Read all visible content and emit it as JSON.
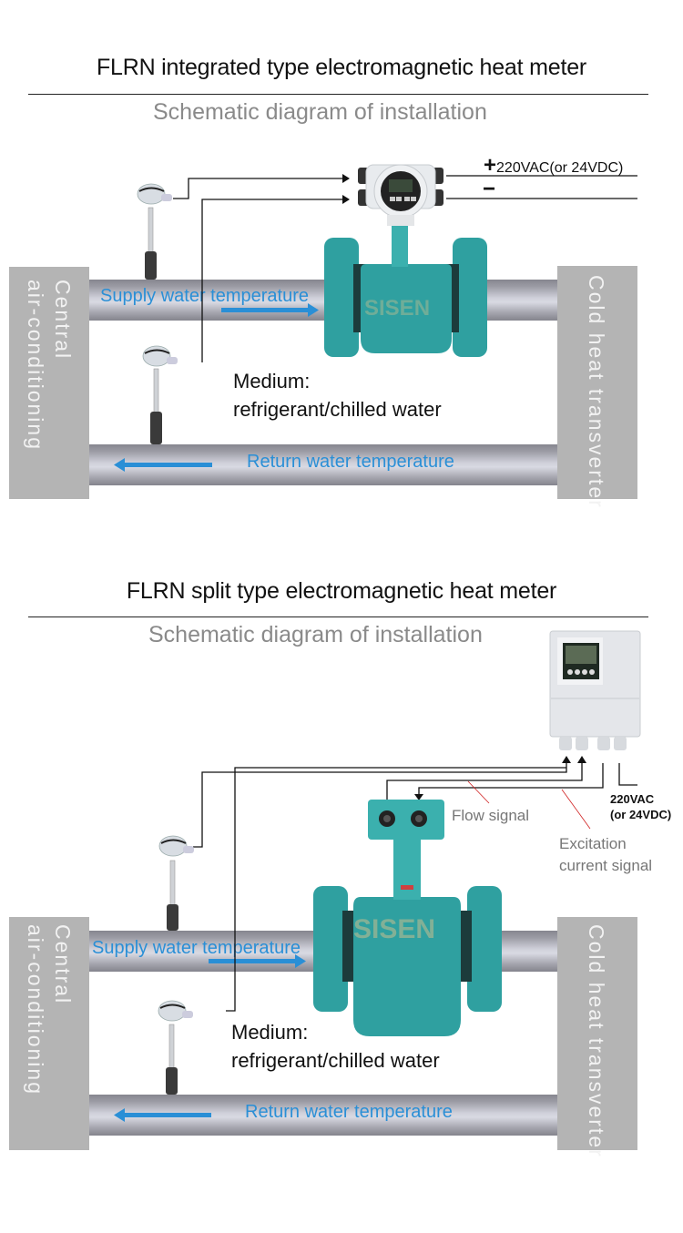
{
  "sections": [
    {
      "title": "FLRN integrated type electromagnetic heat meter",
      "subtitle": "Schematic diagram of installation",
      "left_block": "Central\nair-conditioning",
      "right_block": "Cold heat transverter",
      "supply_label": "Supply water temperature",
      "return_label": "Return water temperature",
      "medium_line1": "Medium:",
      "medium_line2": "refrigerant/chilled water",
      "power_plus": "+",
      "power_label": "220VAC(or 24VDC)",
      "power_minus": "−",
      "watermark": "SISEN"
    },
    {
      "title": "FLRN split type electromagnetic heat meter",
      "subtitle": "Schematic diagram of installation",
      "left_block": "Central\nair-conditioning",
      "right_block": "Cold heat transverter",
      "supply_label": "Supply water temperature",
      "return_label": "Return water temperature",
      "medium_line1": "Medium:",
      "medium_line2": "refrigerant/chilled water",
      "power_line1": "220VAC",
      "power_line2": "(or 24VDC)",
      "flow_signal": "Flow signal",
      "excitation_line1": "Excitation",
      "excitation_line2": "current signal",
      "watermark": "SISEN"
    }
  ],
  "colors": {
    "pipe_label": "#2a8fd6",
    "flow_arrow": "#2a8fd6",
    "meter_body": "#2fa0a0",
    "block": "#b4b4b4",
    "leader_line": "#d02020"
  }
}
